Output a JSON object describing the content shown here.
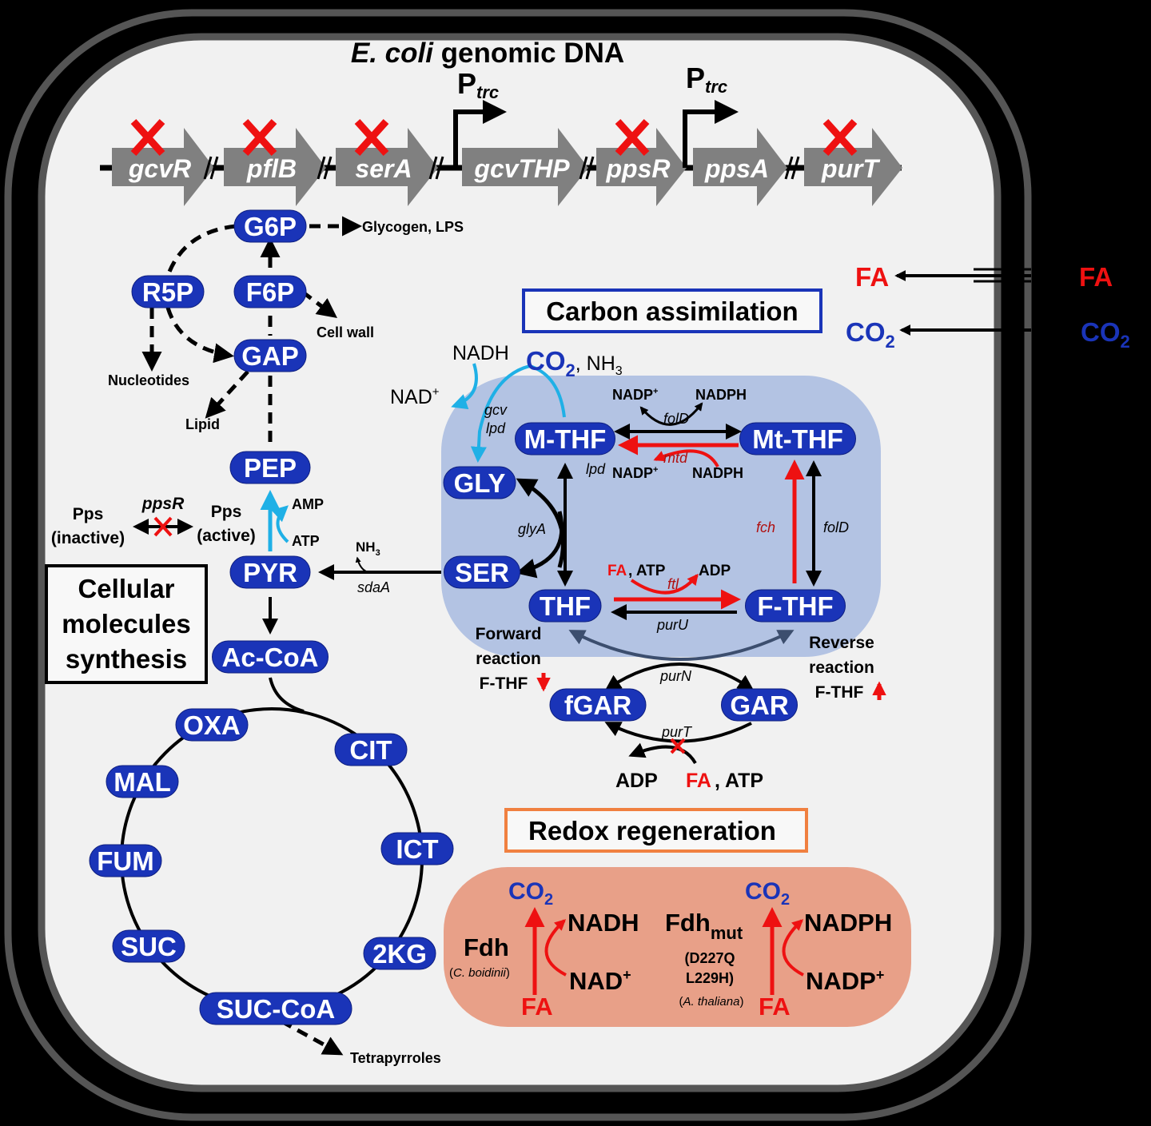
{
  "title": {
    "italic": "E. coli",
    "rest": " genomic DNA"
  },
  "colors": {
    "node_blue": "#1a34b8",
    "red": "#ee1111",
    "cyan": "#1fb0e6",
    "assim_bg": "#b3c3e3",
    "redox_bg": "#e8a088",
    "carbon_box": "#1a34b8",
    "redox_box": "#f08040",
    "gene_gray": "#808080",
    "cell_bg": "#f1f1f1"
  },
  "genes": [
    {
      "name": "gcvR",
      "deleted": true
    },
    {
      "name": "pflB",
      "deleted": true
    },
    {
      "name": "serA",
      "deleted": true
    },
    {
      "name": "gcvTHP",
      "deleted": false
    },
    {
      "name": "ppsR",
      "deleted": true
    },
    {
      "name": "ppsA",
      "deleted": false
    },
    {
      "name": "purT",
      "deleted": true
    }
  ],
  "promoters": [
    {
      "main": "P",
      "sub": "trc"
    },
    {
      "main": "P",
      "sub": "trc"
    }
  ],
  "transport": {
    "fa_in": "FA",
    "fa_out": "FA",
    "co2_in": "CO",
    "co2_out": "CO",
    "sub2": "2"
  },
  "labels": {
    "carbon_assimilation": "Carbon assimilation",
    "redox_regeneration": "Redox regeneration",
    "cellular_synthesis": [
      "Cellular",
      "molecules",
      "synthesis"
    ]
  },
  "nodes": {
    "g6p": "G6P",
    "r5p": "R5P",
    "f6p": "F6P",
    "gap": "GAP",
    "pep": "PEP",
    "pyr": "PYR",
    "accoa": "Ac-CoA",
    "oxa": "OXA",
    "cit": "CIT",
    "mal": "MAL",
    "ict": "ICT",
    "fum": "FUM",
    "suc": "SUC",
    "kg": "2KG",
    "succoa": "SUC-CoA",
    "mthf": "M-THF",
    "mtthf": "Mt-THF",
    "gly": "GLY",
    "ser": "SER",
    "thf": "THF",
    "fthf": "F-THF",
    "fgar": "fGAR",
    "gar": "GAR"
  },
  "side_products": {
    "glycogen": "Glycogen, LPS",
    "cell_wall": "Cell wall",
    "nucleotides": "Nucleotides",
    "lipid": "Lipid",
    "tetrapyrroles": "Tetrapyrroles"
  },
  "pps": {
    "inactive": [
      "Pps",
      "(inactive)"
    ],
    "active": [
      "Pps",
      "(active)"
    ],
    "regulator": "ppsR",
    "amp": "AMP",
    "atp": "ATP"
  },
  "sdaA": {
    "enzyme": "sdaA",
    "nh3": "NH",
    "nh3_sub": "3"
  },
  "gcv": {
    "nadh": "NADH",
    "nad": "NAD",
    "co2": "CO",
    "co2_sub": "2",
    "nh3": ", NH",
    "nh3_sub": "3",
    "enzyme1": "gcv",
    "enzyme2": "lpd",
    "plus": "+"
  },
  "cofactors": {
    "folD_nadp": "NADP",
    "folD_nadph": "NADPH",
    "folD": "folD",
    "mtd": "mtd",
    "mtd_nadp": "NADP",
    "mtd_nadph": "NADPH",
    "lpd": "lpd",
    "glyA": "glyA",
    "fch": "fch",
    "folD2": "folD",
    "ftl_fa": "FA",
    "ftl_atp": ", ATP",
    "ftl": "ftl",
    "ftl_adp": "ADP",
    "purU": "purU",
    "purN": "purN",
    "purT": "purT",
    "purT_adp": "ADP",
    "purT_fa": "FA",
    "purT_atp": ", ATP"
  },
  "reactions": {
    "forward": [
      "Forward",
      "reaction",
      "F-THF"
    ],
    "reverse": [
      "Reverse",
      "reaction",
      "F-THF"
    ]
  },
  "redox": {
    "fdh": "Fdh",
    "fdh_species": "C. boidinii",
    "fdh_co2": "CO",
    "fdh_nadh": "NADH",
    "fdh_nad": "NAD",
    "fdh_fa": "FA",
    "fdhmut": "Fdh",
    "fdhmut_sub": "mut",
    "mut1": "(D227Q",
    "mut2": "L229H)",
    "mut_species": "A. thaliana",
    "mut_co2": "CO",
    "mut_nadph": "NADPH",
    "mut_nadp": "NADP",
    "mut_fa": "FA",
    "sub2": "2",
    "plus": "+"
  }
}
